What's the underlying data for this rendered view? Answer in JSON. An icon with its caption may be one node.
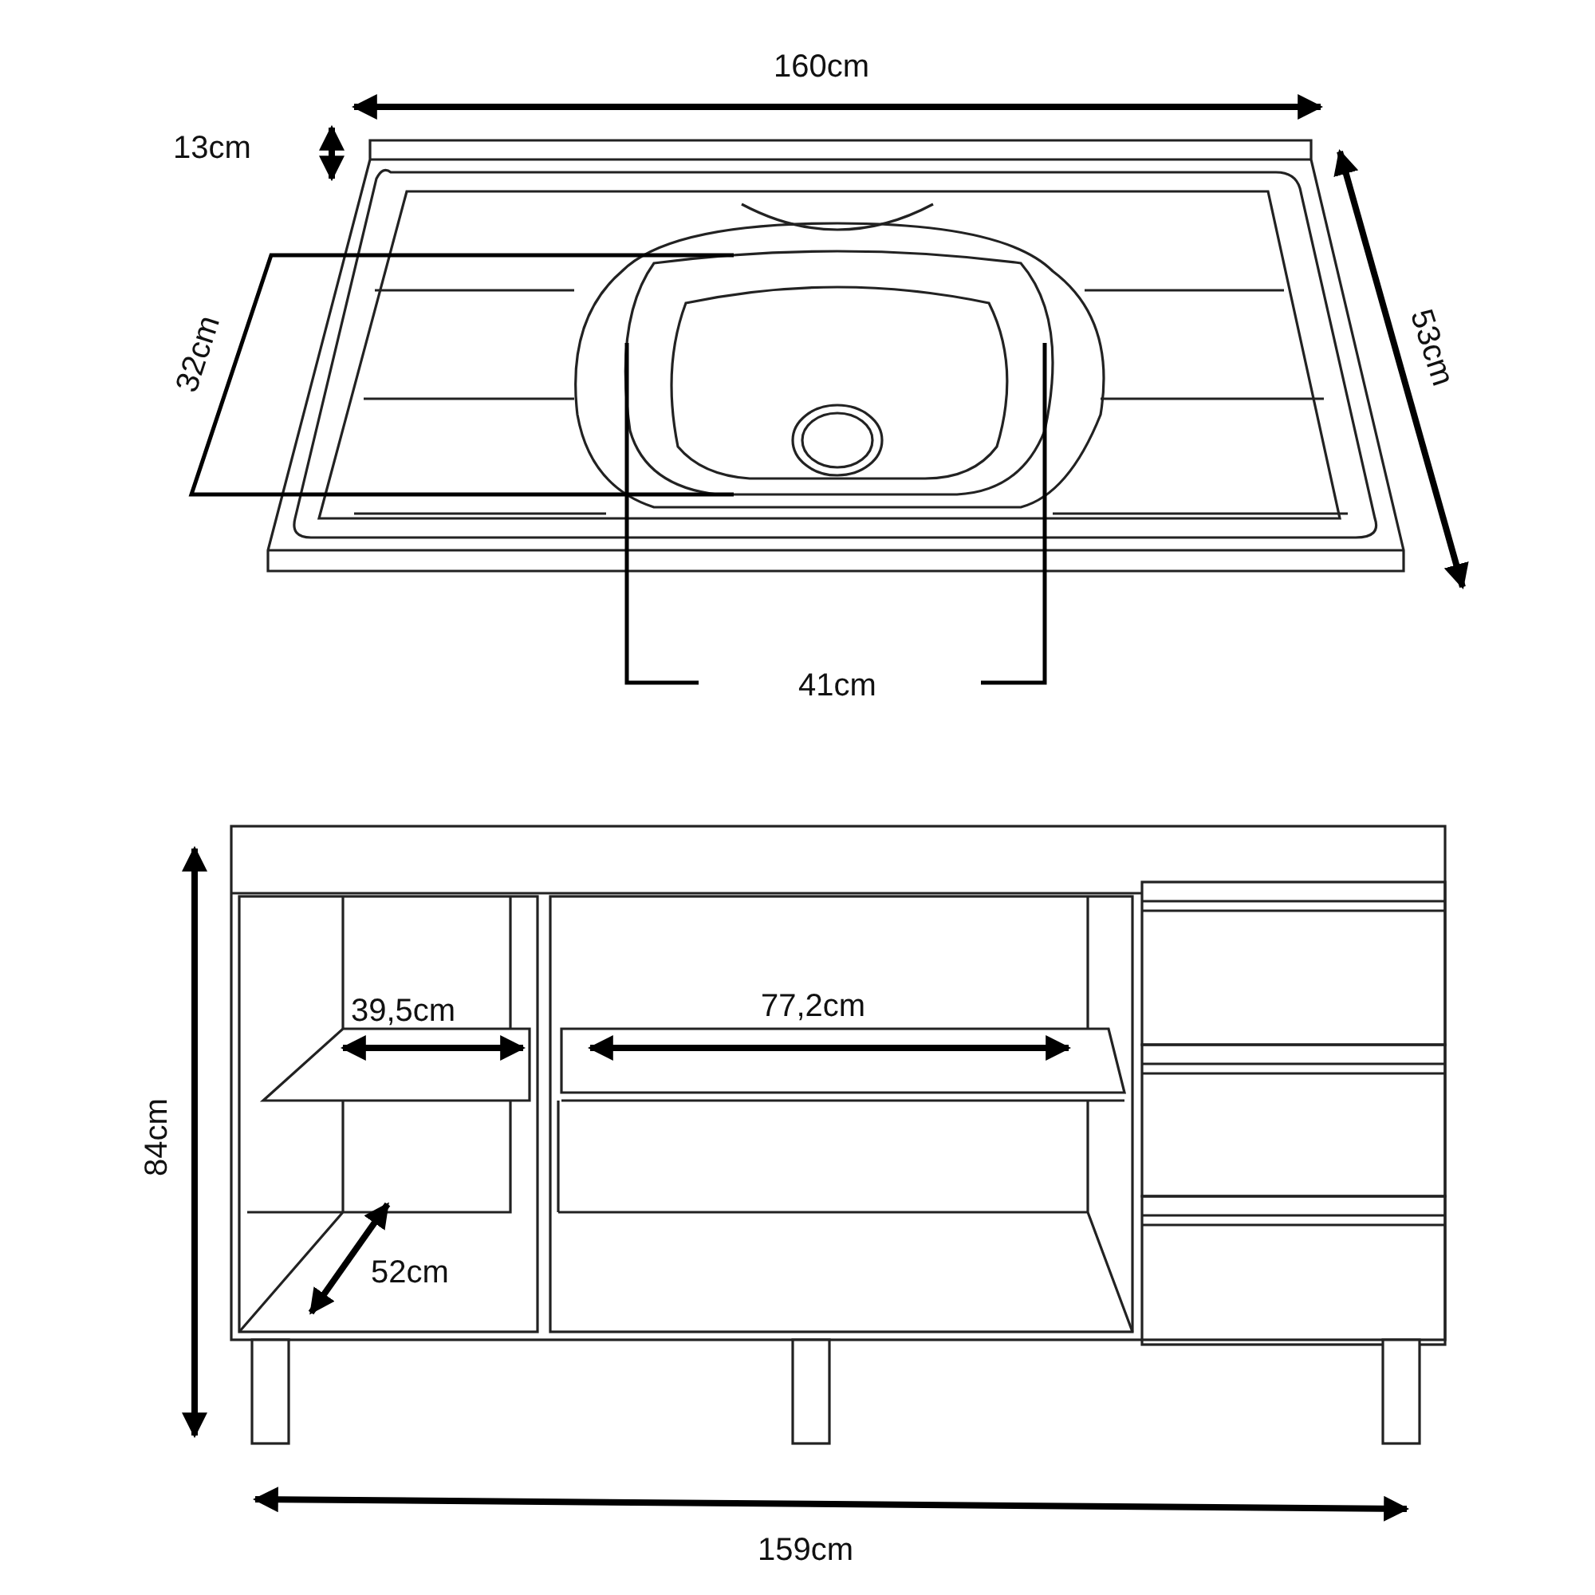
{
  "diagram": {
    "labels": [
      "160cm",
      "13cm",
      "32cm",
      "53cm",
      "41cm",
      "39,5cm",
      "77,2cm",
      "84cm",
      "52cm",
      "159cm"
    ]
  }
}
